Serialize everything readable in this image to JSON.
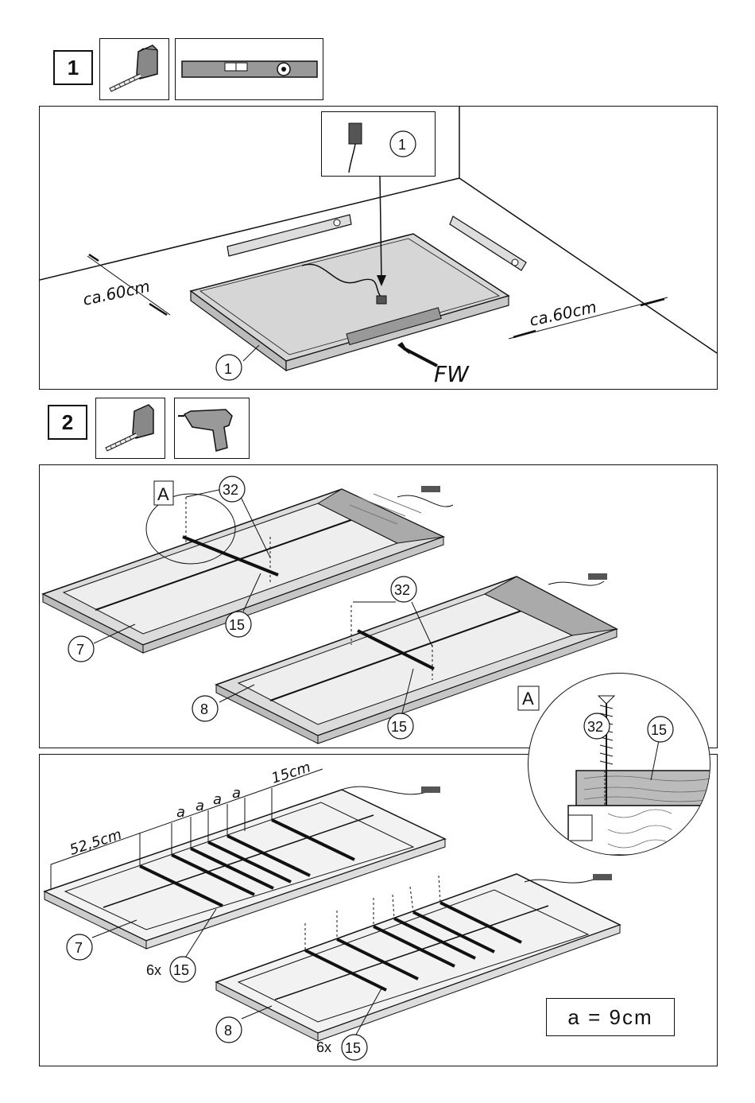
{
  "steps": [
    {
      "number": "1",
      "tools": [
        "tape-measure-icon",
        "spirit-level-icon"
      ],
      "callout": {
        "part": "1"
      },
      "labels": {
        "distance_left": "ca.60cm",
        "distance_right": "ca.60cm",
        "direction": "FW",
        "part_main": "1"
      }
    },
    {
      "number": "2",
      "tools": [
        "tape-measure-icon",
        "drill-icon"
      ],
      "top_panel": {
        "detail_marker": "A",
        "part_screw": "32",
        "part_screw_2": "32",
        "part_beam": "15",
        "part_beam_2": "15",
        "part_floor_a": "7",
        "part_floor_b": "8",
        "detail_marker_2": "A"
      },
      "detail": {
        "screw": "32",
        "beam": "15"
      },
      "bottom_panel": {
        "dim_start": "52,5cm",
        "dim_end": "15cm",
        "spacing_labels": [
          "a",
          "a",
          "a",
          "a"
        ],
        "part_floor_a": "7",
        "part_floor_b": "8",
        "qty_a": "6x",
        "qty_b": "6x",
        "part_beam": "15",
        "part_beam_2": "15",
        "formula": "a = 9cm"
      }
    }
  ]
}
